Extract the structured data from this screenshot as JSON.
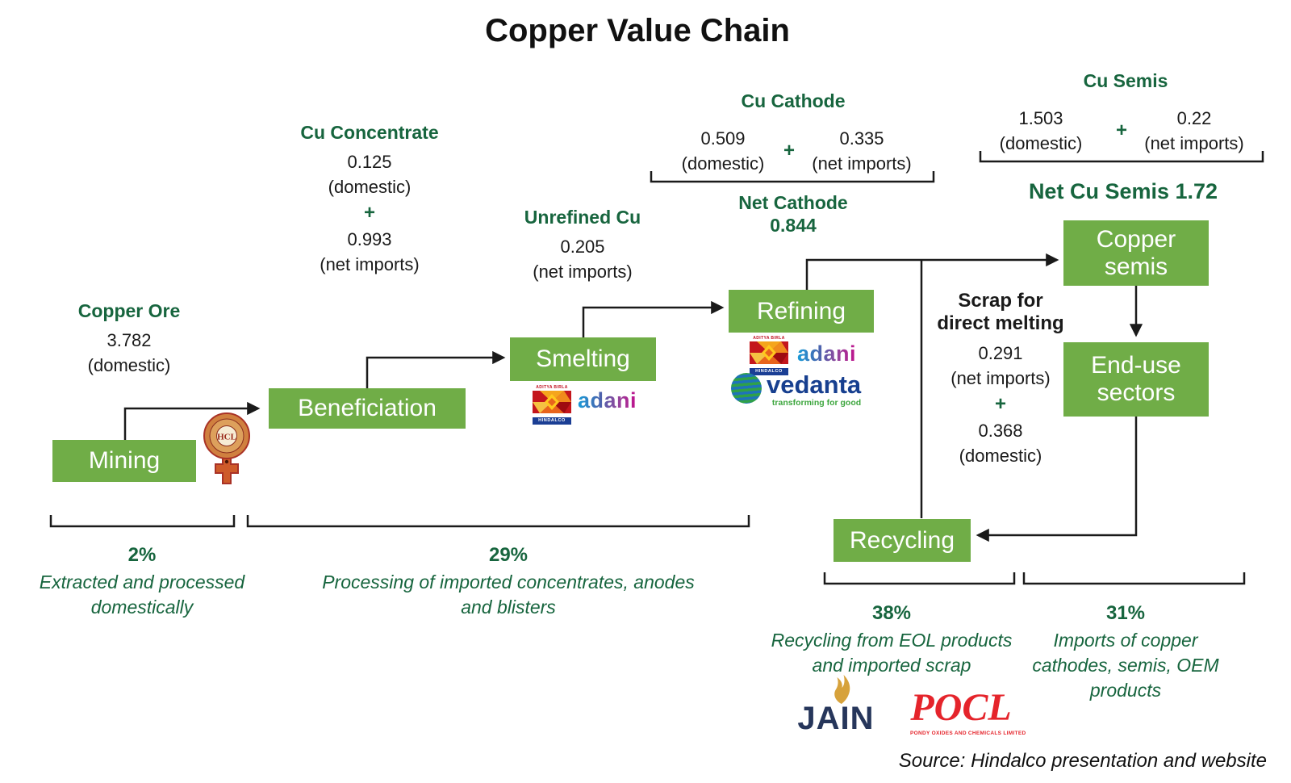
{
  "title": "Copper Value Chain",
  "source": "Source: Hindalco presentation and website",
  "colors": {
    "box_green": "#70AD47",
    "text_green": "#17653E",
    "line_black": "#1a1a1a"
  },
  "boxes": {
    "mining": "Mining",
    "beneficiation": "Beneficiation",
    "smelting": "Smelting",
    "refining": "Refining",
    "copper_semis": [
      "Copper",
      "semis"
    ],
    "end_use": [
      "End-use",
      "sectors"
    ],
    "recycling": "Recycling"
  },
  "flows": {
    "copper_ore": {
      "heading": "Copper Ore",
      "value": "3.782",
      "note": "(domestic)"
    },
    "cu_concentrate": {
      "heading": "Cu Concentrate",
      "value1": "0.125",
      "note1": "(domestic)",
      "plus": "+",
      "value2": "0.993",
      "note2": "(net imports)"
    },
    "unrefined_cu": {
      "heading": "Unrefined Cu",
      "value": "0.205",
      "note": "(net imports)"
    },
    "cu_cathode": {
      "heading": "Cu Cathode",
      "value1": "0.509",
      "note1": "(domestic)",
      "plus": "+",
      "value2": "0.335",
      "note2": "(net imports)",
      "net_heading": "Net Cathode",
      "net_value": "0.844"
    },
    "cu_semis": {
      "heading": "Cu Semis",
      "value1": "1.503",
      "note1": "(domestic)",
      "plus": "+",
      "value2": "0.22",
      "note2": "(net imports)",
      "net_heading": "Net Cu Semis 1.72"
    },
    "scrap": {
      "heading": [
        "Scrap for",
        "direct melting"
      ],
      "value1": "0.291",
      "note1": "(net imports)",
      "plus": "+",
      "value2": "0.368",
      "note2": "(domestic)"
    }
  },
  "shares": {
    "domestic": {
      "pct": "2%",
      "caption": [
        "Extracted and processed",
        "domestically"
      ]
    },
    "processing": {
      "pct": "29%",
      "caption": [
        "Processing of imported concentrates, anodes",
        "and blisters"
      ]
    },
    "recycling": {
      "pct": "38%",
      "caption": [
        "Recycling from EOL products",
        "and imported scrap"
      ]
    },
    "imports": {
      "pct": "31%",
      "caption": [
        "Imports of copper",
        "cathodes, semis, OEM",
        "products"
      ]
    }
  },
  "logos": {
    "hcl": {
      "monogram": "HCL"
    },
    "hindalco": {
      "parent": "ADITYA BIRLA",
      "name": "HINDALCO"
    },
    "adani": {
      "name": "adani"
    },
    "vedanta": {
      "name": "vedanta",
      "tagline": "transforming for good"
    },
    "jain": {
      "name": "JAIN"
    },
    "pocl": {
      "name": "POCL",
      "tagline": "PONDY OXIDES AND CHEMICALS LIMITED"
    }
  }
}
